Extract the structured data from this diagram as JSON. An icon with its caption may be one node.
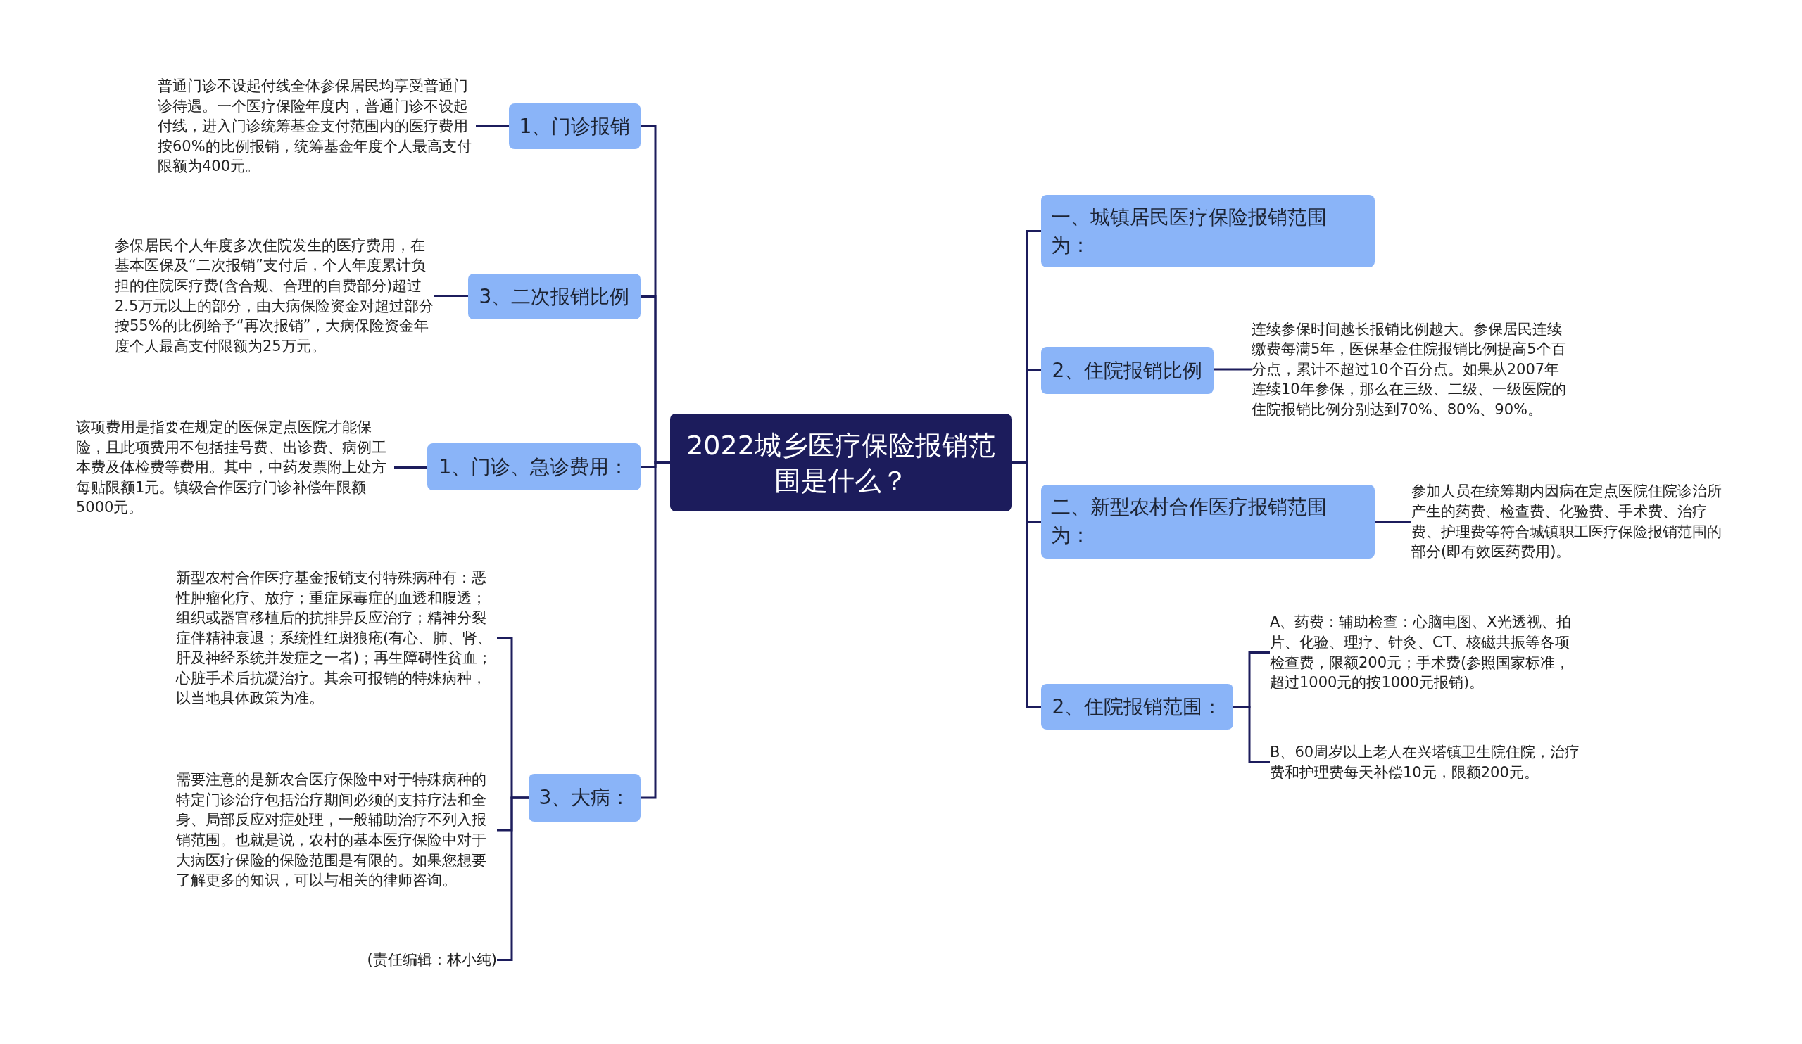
{
  "diagram": {
    "nodes": [
      {
        "text": [
          "2022城乡医疗保险报销范围是什么？"
        ]
      },
      {
        "text": [
          "1、门诊报销"
        ]
      },
      {
        "text": [
          "普通门诊不设起付线全体参保居民均享受普通门诊待遇。一个医疗保险年度内，普通门诊不设起付线，进入门诊统筹基金支付范围内的医疗费用按60%的比例报销，统筹基金年度个人最高支付限额为400元。"
        ]
      },
      {
        "text": [
          "3、二次报销比例"
        ]
      },
      {
        "text": [
          "参保居民个人年度多次住院发生的医疗费用，在基本医保及“二次报销”支付后，个人年度累计负担的住院医疗费(含合规、合理的自费部分)超过2.5万元以上的部分，由大病保险资金对超过部分按55%的比例给予“再次报销”，大病保险资金年度个人最高支付限额为25万元。"
        ]
      },
      {
        "text": [
          "1、门诊、急诊费用："
        ]
      },
      {
        "text": [
          "该项费用是指要在规定的医保定点医院才能保险，且此项费用不包括挂号费、出诊费、病例工本费及体检费等费用。其中，中药发票附上处方每贴限额1元。镇级合作医疗门诊补偿年限额5000元。"
        ]
      },
      {
        "text": [
          "3、大病："
        ]
      },
      {
        "text": [
          "新型农村合作医疗基金报销支付特殊病种有：恶性肿瘤化疗、放疗；重症尿毒症的血透和腹透；组织或器官移植后的抗排异反应治疗；精神分裂症伴精神衰退；系统性红斑狼疮(有心、肺、肾、肝及神经系统并发症之一者)；再生障碍性贫血；心脏手术后抗凝治疗。其余可报销的特殊病种，以当地具体政策为准。"
        ]
      },
      {
        "text": [
          "需要注意的是新农合医疗保险中对于特殊病种的特定门诊治疗包括治疗期间必须的支持疗法和全身、局部反应对症处理，一般辅助治疗不列入报销范围。也就是说，农村的基本医疗保险中对于大病医疗保险的保险范围是有限的。如果您想要了解更多的知识，可以与相关的律师咨询。"
        ]
      },
      {
        "text": [
          "(责任编辑：林小纯)"
        ]
      },
      {
        "text": [
          "一、城镇居民医疗保险报销范围为："
        ]
      },
      {
        "text": [
          "2、住院报销比例"
        ]
      },
      {
        "text": [
          "连续参保时间越长报销比例越大。参保居民连续缴费每满5年，医保基金住院报销比例提高5个百分点，累计不超过10个百分点。如果从2007年连续10年参保，那么在三级、二级、一级医院的住院报销比例分别达到70%、80%、90%。"
        ]
      },
      {
        "text": [
          "二、新型农村合作医疗报销范围为："
        ]
      },
      {
        "text": [
          "参加人员在统筹期内因病在定点医院住院诊治所产生的药费、检查费、化验费、手术费、治疗费、护理费等符合城镇职工医疗保险报销范围的部分(即有效医药费用)。"
        ]
      },
      {
        "text": [
          "2、住院报销范围："
        ]
      },
      {
        "text": [
          "A、药费：辅助检查：心脑电图、X光透视、拍片、化验、理疗、针灸、CT、核磁共振等各项检查费，限额200元；手术费(参照国家标准，超过1000元的按1000元报销)。"
        ]
      },
      {
        "text": [
          "B、60周岁以上老人在兴塔镇卫生院住院，治疗费和护理费每天补偿10元，限额200元。"
        ]
      }
    ],
    "edges": [
      {
        "from": 0,
        "to": 1,
        "arrow": "none"
      },
      {
        "from": 1,
        "to": 2,
        "arrow": "none"
      },
      {
        "from": 0,
        "to": 3,
        "arrow": "none"
      },
      {
        "from": 3,
        "to": 4,
        "arrow": "none"
      },
      {
        "from": 0,
        "to": 5,
        "arrow": "none"
      },
      {
        "from": 5,
        "to": 6,
        "arrow": "none"
      },
      {
        "from": 0,
        "to": 7,
        "arrow": "none"
      },
      {
        "from": 7,
        "to": 8,
        "arrow": "none"
      },
      {
        "from": 7,
        "to": 9,
        "arrow": "none"
      },
      {
        "from": 7,
        "to": 10,
        "arrow": "none"
      },
      {
        "from": 0,
        "to": 11,
        "arrow": "none"
      },
      {
        "from": 0,
        "to": 12,
        "arrow": "none"
      },
      {
        "from": 12,
        "to": 13,
        "arrow": "none"
      },
      {
        "from": 0,
        "to": 14,
        "arrow": "none"
      },
      {
        "from": 14,
        "to": 15,
        "arrow": "none"
      },
      {
        "from": 0,
        "to": 16,
        "arrow": "none"
      },
      {
        "from": 16,
        "to": 17,
        "arrow": "none"
      },
      {
        "from": 16,
        "to": 18,
        "arrow": "none"
      }
    ]
  }
}
